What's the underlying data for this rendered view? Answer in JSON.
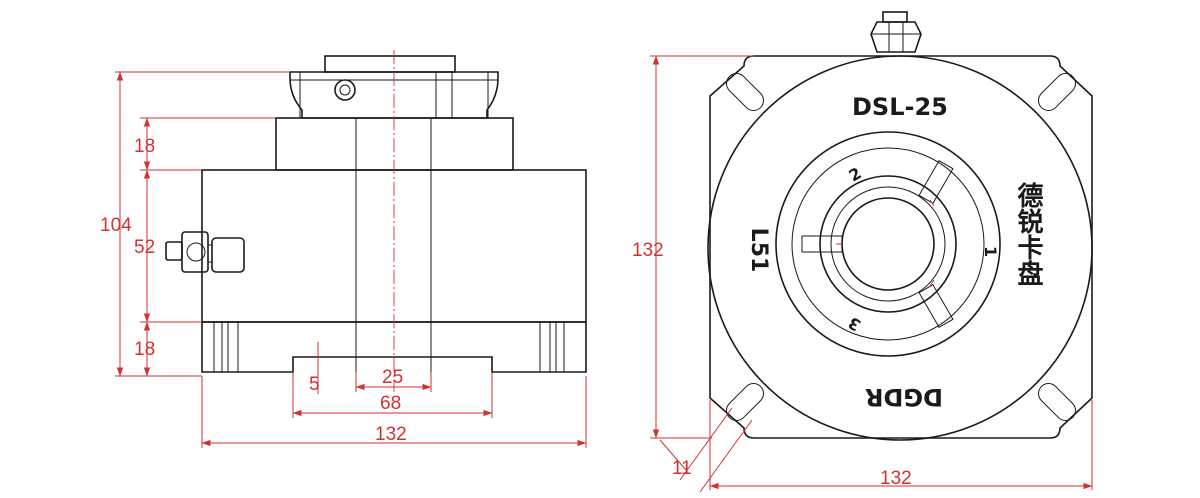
{
  "side_view": {
    "dims": {
      "total_height": "104",
      "top_section": "18",
      "middle_section": "52",
      "bottom_section": "18",
      "slot_depth": "5",
      "bore": "25",
      "slot_width": "68",
      "width": "132"
    }
  },
  "top_view": {
    "dims": {
      "height": "132",
      "width": "132",
      "corner": "11"
    },
    "labels": {
      "model": "DSL-25",
      "brand_cn": "德锐卡盘",
      "brand_en": "DGDR",
      "code": "L51",
      "jaw_1": "1",
      "jaw_2": "2",
      "jaw_3": "3"
    }
  },
  "colors": {
    "outline": "#1a1a1a",
    "dimension": "#d23232"
  }
}
